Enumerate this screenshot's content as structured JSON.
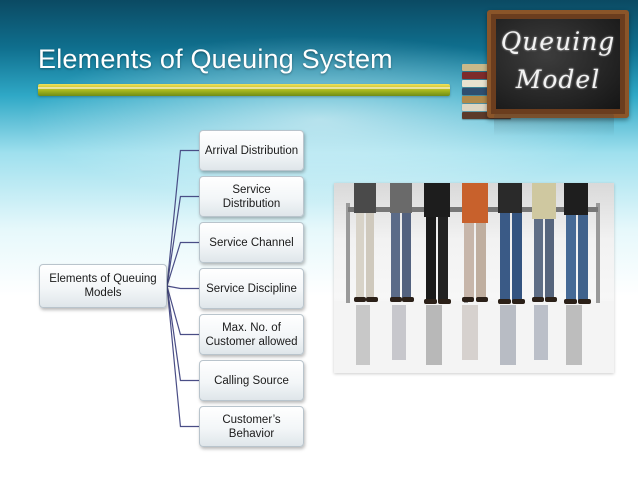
{
  "slide": {
    "title": "Elements of Queuing System"
  },
  "illustration": {
    "chalkboard_line1": "Queuing",
    "chalkboard_line2": "Model"
  },
  "diagram": {
    "root": "Elements of Queuing Models",
    "children": [
      "Arrival Distribution",
      "Service Distribution",
      "Service Channel",
      "Service Discipline",
      "Max. No. of Customer allowed",
      "Calling Source",
      "Customer’s Behavior"
    ]
  },
  "colors": {
    "connector": "#4a4e86",
    "title_bar": "#a6b71e"
  }
}
